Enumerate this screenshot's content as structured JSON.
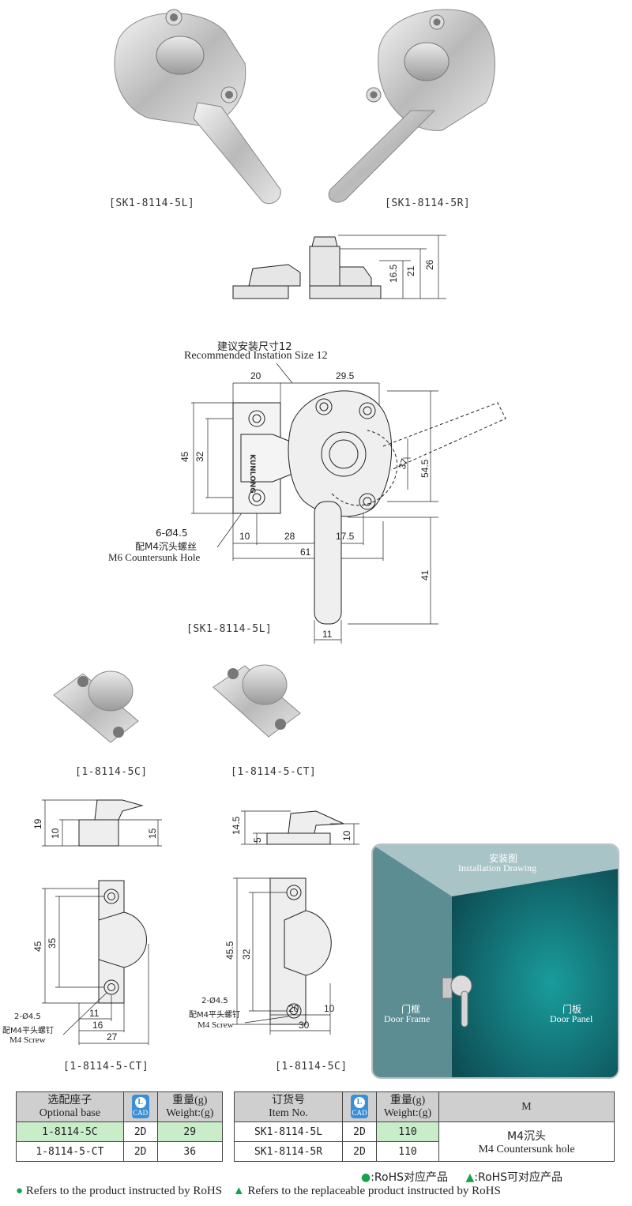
{
  "captions": {
    "photo_left": "[SK1-8114-5L]",
    "photo_right": "[SK1-8114-5R]",
    "drawing_main": "[SK1-8114-5L]",
    "base_photo_1": "[1-8114-5C]",
    "base_photo_2": "[1-8114-5-CT]",
    "base_drawing_1": "[1-8114-5-CT]",
    "base_drawing_2": "[1-8114-5C]"
  },
  "side_view_dims": [
    "16.5",
    "21",
    "26"
  ],
  "main_drawing": {
    "note_cn": "建议安装尺寸12",
    "note_en": "Recommended Instation Size 12",
    "dims": {
      "top_left": "20",
      "top_right": "29.5",
      "left_outer": "45",
      "left_inner": "32",
      "right_37": "37",
      "right_54": "54.5",
      "bottom_10": "10",
      "bottom_28": "28",
      "bottom_17": "17.5",
      "bottom_61": "61",
      "handle_41": "41",
      "handle_11": "11"
    },
    "hole_note_1": "6-Ø4.5",
    "hole_note_2": "配M4沉头螺丝",
    "hole_note_3": "M6 Countersunk Hole",
    "engraving": "KUNLONG"
  },
  "base_ct_dims": {
    "h19": "19",
    "h10": "10",
    "h15": "15",
    "h45": "45",
    "h35": "35",
    "w11": "11",
    "w16": "16",
    "w27": "27"
  },
  "base_ct_note": [
    "2-Ø4.5",
    "配M4平头螺钉",
    "M4 Screw"
  ],
  "base_c_dims": {
    "h14": "14.5",
    "h5": "5",
    "h10": "10",
    "h45": "45.5",
    "h32": "32",
    "w20": "20",
    "w10": "10",
    "w30": "30"
  },
  "base_c_note": [
    "2-Ø4.5",
    "配M4平头螺钉",
    "M4 Screw"
  ],
  "installation": {
    "title_cn": "安装图",
    "title_en": "Installation Drawing",
    "frame_cn": "门框",
    "frame_en": "Door Frame",
    "panel_cn": "门板",
    "panel_en": "Door Panel"
  },
  "table_left": {
    "header_cn": "选配座子",
    "header_en": "Optional base",
    "cad_label": "CAD",
    "weight_cn": "重量(g)",
    "weight_en": "Weight:(g)",
    "rows": [
      {
        "item": "1-8114-5C",
        "type": "2D",
        "weight": "29"
      },
      {
        "item": "1-8114-5-CT",
        "type": "2D",
        "weight": "36"
      }
    ]
  },
  "table_right": {
    "header_cn": "订货号",
    "header_en": "Item No.",
    "cad_label": "CAD",
    "weight_cn": "重量(g)",
    "weight_en": "Weight:(g)",
    "m_header": "M",
    "rows": [
      {
        "item": "SK1-8114-5L",
        "type": "2D",
        "weight": "110"
      },
      {
        "item": "SK1-8114-5R",
        "type": "2D",
        "weight": "110"
      }
    ],
    "m_cn": "M4沉头",
    "m_en": "M4 Countersunk hole"
  },
  "legend": {
    "rohs_cn": ":RoHS对应产品",
    "rohs_replace_cn": ":RoHS可对应产品",
    "rohs_en": "Refers to the product instructed by RoHS",
    "rohs_replace_en": "Refers to the replaceable product instructed by RoHS"
  },
  "colors": {
    "rohs_dot": "#17a34a",
    "rohs_triangle": "#17a34a",
    "header_gray": "#cfcfcf",
    "row_green": "#c9ecc9",
    "door_teal": "#1e6e6e"
  }
}
